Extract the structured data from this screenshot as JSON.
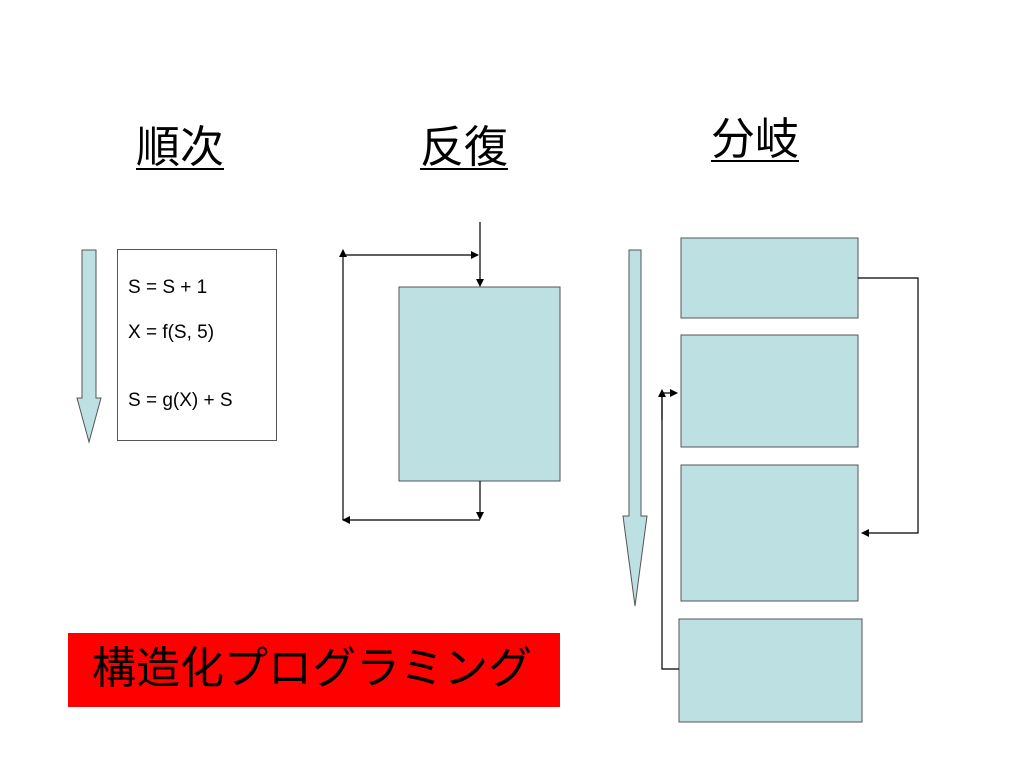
{
  "headings": {
    "sequence": "順次",
    "iteration": "反復",
    "selection": "分岐"
  },
  "code_lines": [
    "S = S + 1",
    "X = f(S, 5)",
    "S = g(X) + S"
  ],
  "banner_text": "構造化プログラミング",
  "colors": {
    "box_fill": "#bde0e3",
    "arrow_fill": "#bde0e3",
    "banner_bg": "#ff0000",
    "line": "#000000"
  }
}
